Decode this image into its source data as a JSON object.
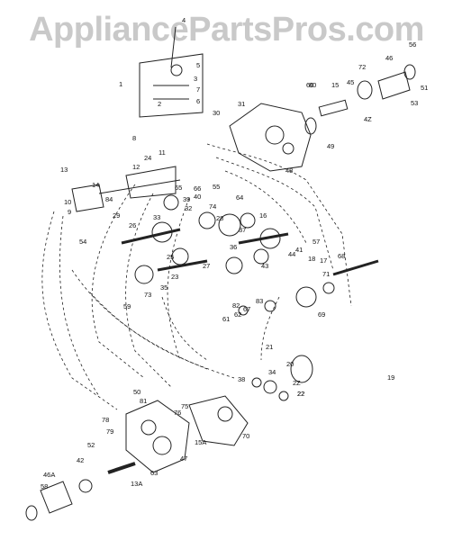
{
  "watermark": "AppliancePartsPros.com",
  "colors": {
    "ink": "#222222",
    "watermark": "#c9c9c9",
    "background": "#ffffff"
  },
  "callouts": [
    "1",
    "2",
    "3",
    "4",
    "5",
    "6",
    "7",
    "8",
    "9",
    "10",
    "11",
    "12",
    "13",
    "14",
    "15",
    "16",
    "17",
    "18",
    "19",
    "20",
    "21",
    "22",
    "23",
    "24",
    "25",
    "26",
    "27",
    "28",
    "29",
    "30",
    "31",
    "32",
    "33",
    "34",
    "35",
    "36",
    "37",
    "38",
    "39",
    "40",
    "41",
    "42",
    "43",
    "44",
    "45",
    "46",
    "47",
    "48",
    "49",
    "50",
    "51",
    "52",
    "53",
    "54",
    "55",
    "56",
    "57",
    "58",
    "59",
    "60",
    "61",
    "62",
    "63",
    "64",
    "65",
    "66",
    "67",
    "68",
    "69",
    "70",
    "71",
    "72",
    "73",
    "74",
    "75",
    "76",
    "78",
    "79",
    "80",
    "81",
    "82",
    "83",
    "84",
    "13A",
    "15A",
    "46A",
    "4Z",
    "22",
    "2Z"
  ]
}
